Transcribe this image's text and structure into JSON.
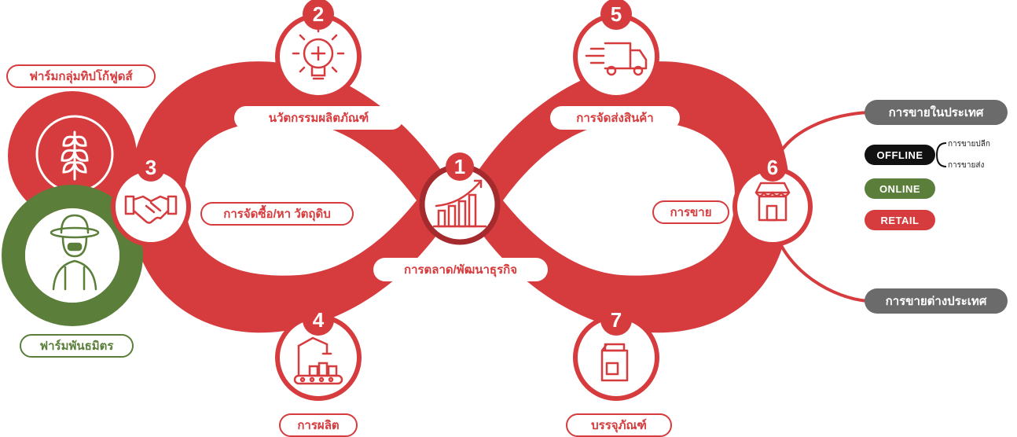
{
  "center": {
    "number": "1",
    "label": "การตลาด/พัฒนาธุรกิจ"
  },
  "steps": [
    {
      "number": "2",
      "label": "นวัตกรรมผลิตภัณฑ์"
    },
    {
      "number": "3",
      "label": "การจัดซื้อ/หา วัตถุดิบ"
    },
    {
      "number": "4",
      "label": "การผลิต"
    },
    {
      "number": "5",
      "label": "การจัดส่งสินค้า"
    },
    {
      "number": "6",
      "label": "การขาย"
    },
    {
      "number": "7",
      "label": "บรรจุภัณฑ์"
    }
  ],
  "farms": {
    "group": "ฟาร์มกลุ่มทิปโก้ฟูดส์",
    "partner": "ฟาร์มพันธมิตร"
  },
  "sales": {
    "domestic": "การขายในประเทศ",
    "international": "การขายต่างประเทศ",
    "offline": "OFFLINE",
    "offline_retail": "การขายปลีก",
    "offline_wholesale": "การขายส่ง",
    "online": "ONLINE",
    "retail": "RETAIL"
  },
  "colors": {
    "red": "#d63b3d",
    "green": "#5b7f3a",
    "gray": "#6b6b6b",
    "black": "#111111"
  }
}
